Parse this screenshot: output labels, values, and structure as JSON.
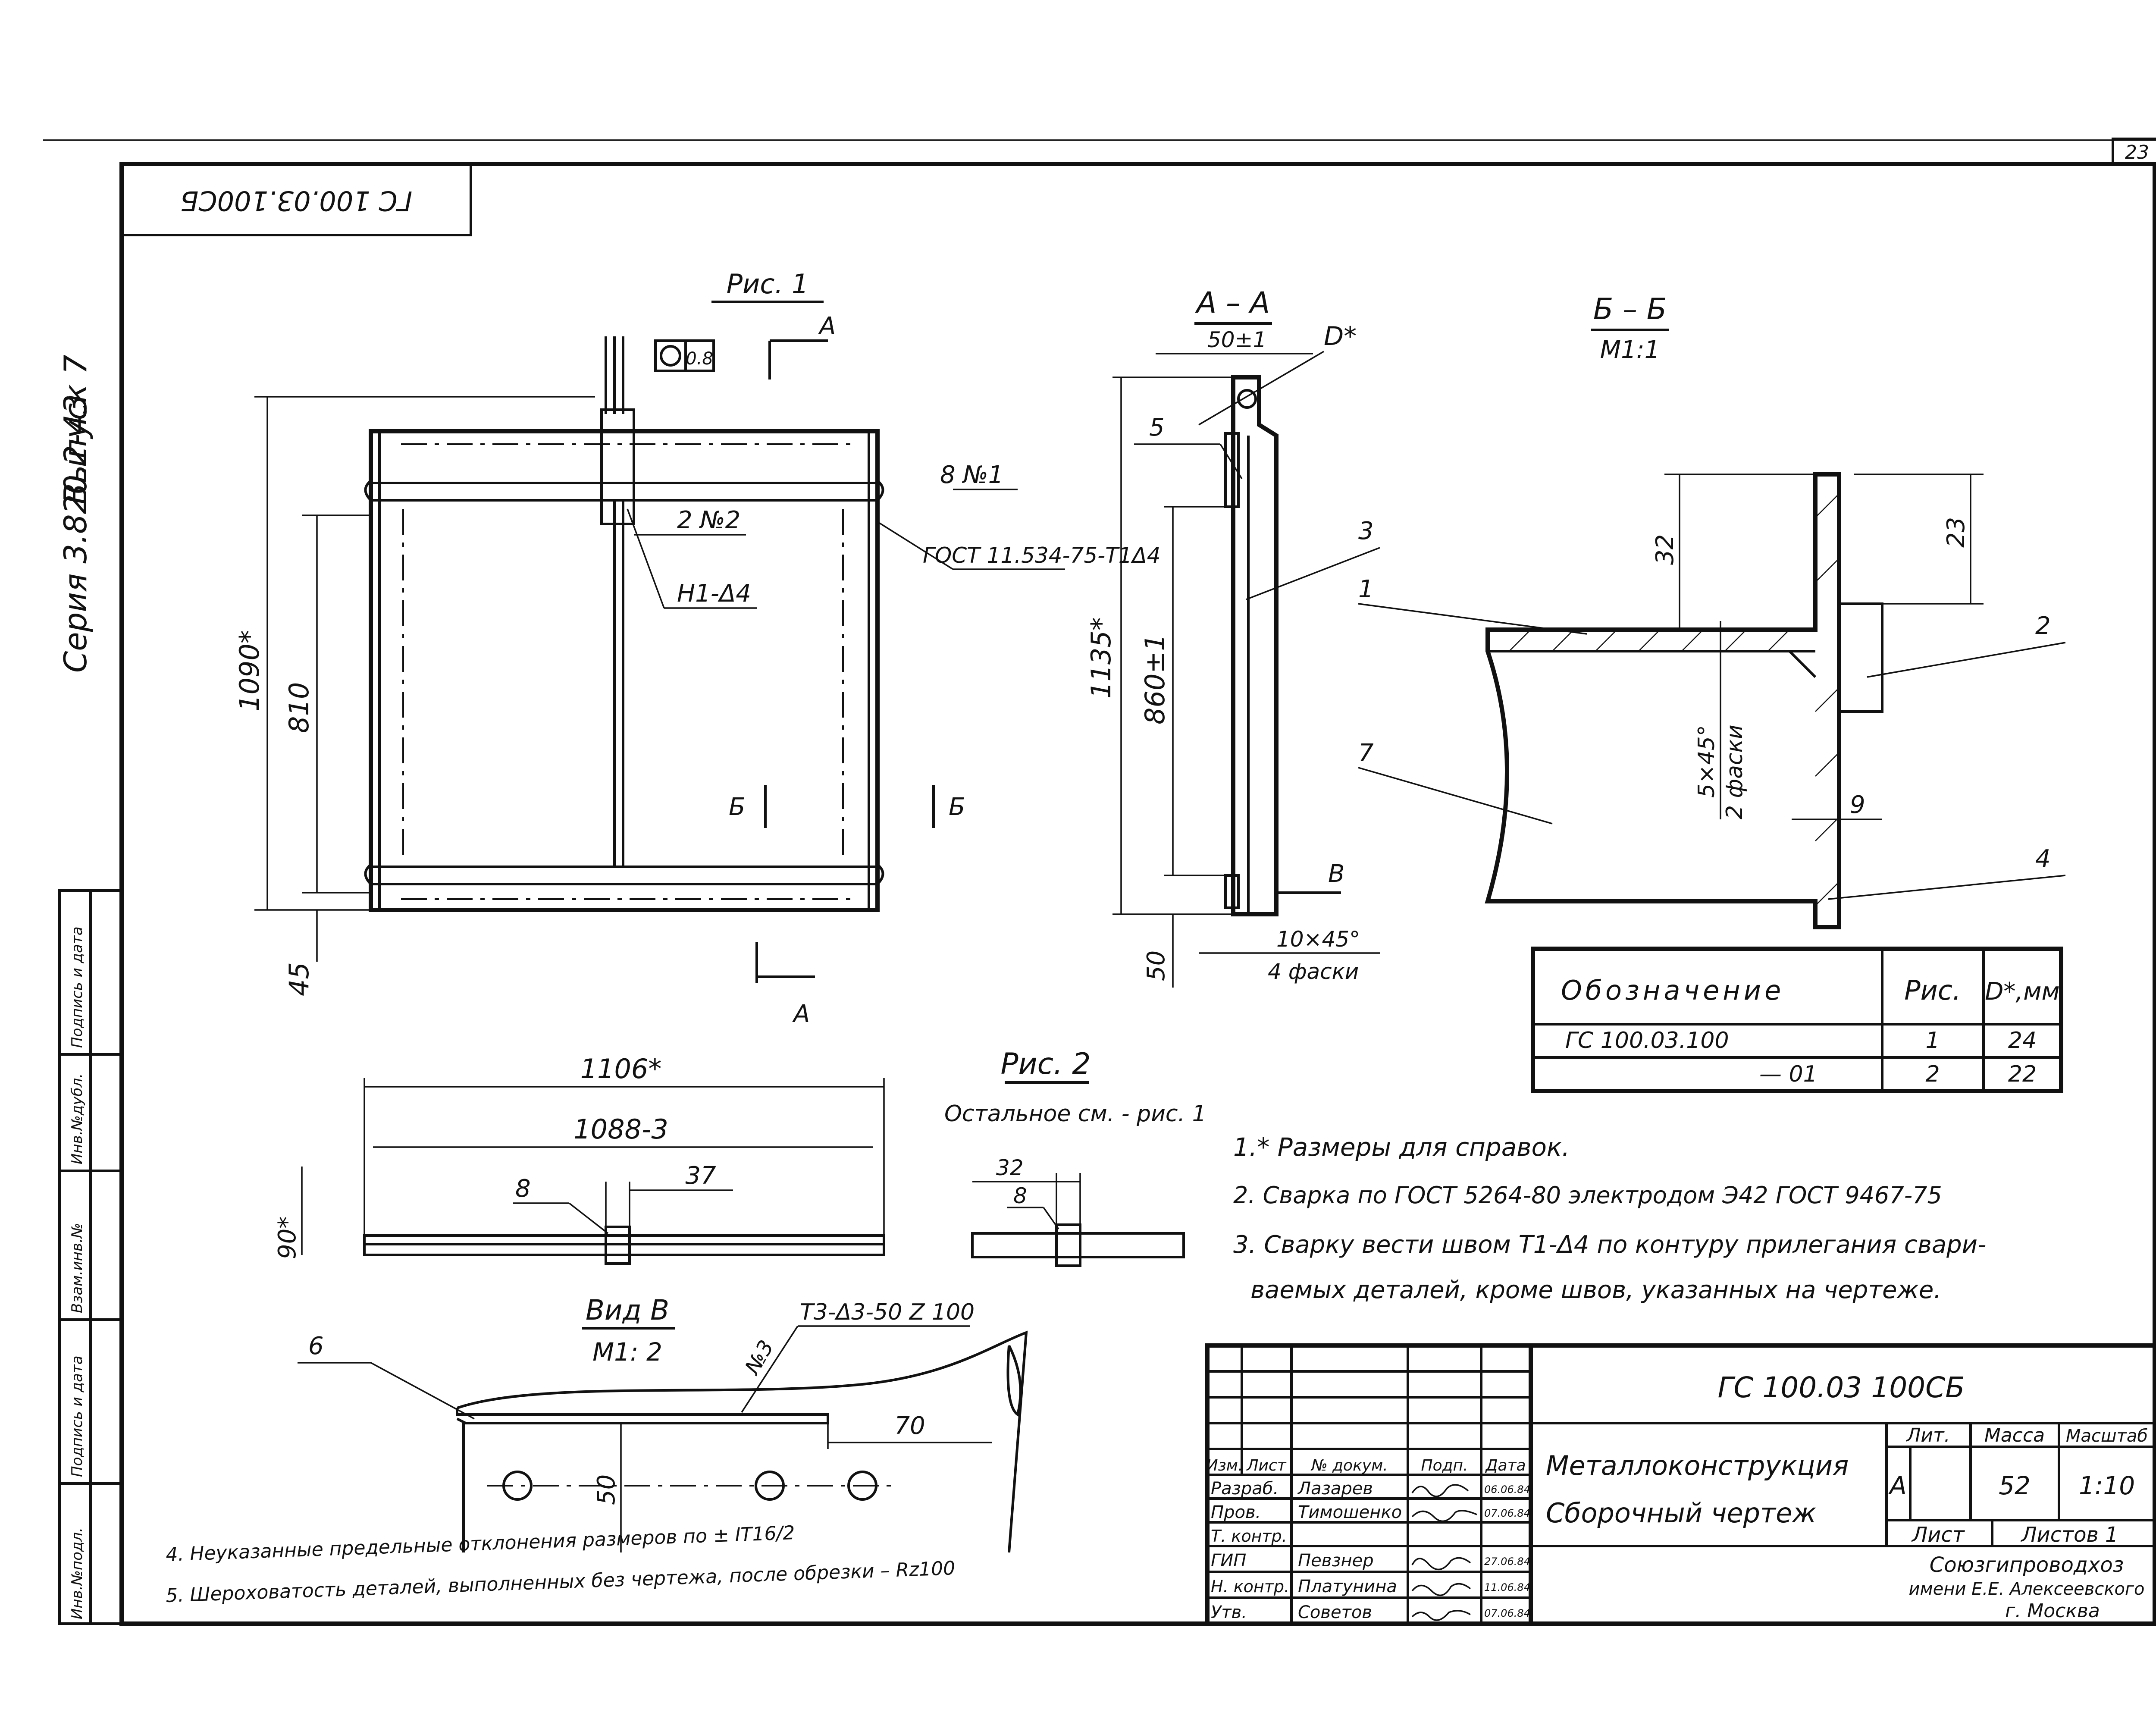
{
  "sheet_number": "23",
  "stamp_code": "ГС 100.03.100СБ",
  "side_margin": {
    "series": "Серия 3.820.2-43",
    "issue": "Выпуск 7",
    "fields": [
      "Инв.№подл.",
      "Подпись и дата",
      "Взам.инв.№",
      "Инв.№дубл.",
      "Подпись и дата"
    ]
  },
  "fig1": {
    "title": "Рис. 1",
    "section_mark": "А",
    "flatness": "0.8",
    "dims": {
      "overall_height": "1090*",
      "inner_height": "810",
      "bottom_offset": "45"
    },
    "labels": {
      "part8": "8 №1",
      "part2": "2 №2",
      "weld_h1": "Н1-Δ4",
      "gost_weld": "ГОСТ 11.534-75-Т1Δ4",
      "section_b": "Б"
    }
  },
  "section_aa": {
    "title": "А – А",
    "dims": {
      "top": "50±1",
      "height": "1135*",
      "inner": "860±1",
      "bottom": "50",
      "chamfer": "10×45°",
      "chamfer_note": "4 фаски"
    },
    "labels": {
      "d": "D*",
      "p5": "5",
      "p3": "3",
      "view": "В"
    }
  },
  "section_bb": {
    "title": "Б – Б",
    "scale": "М1:1",
    "dims": {
      "d32": "32",
      "d23": "23",
      "chamfer": "5×45°",
      "chamfer_note": "2 фаски",
      "d9": "9"
    },
    "labels": {
      "p1": "1",
      "p2": "2",
      "p7": "7",
      "p4": "4"
    }
  },
  "variant_table": {
    "headers": [
      "Обозначение",
      "Рис.",
      "D*,мм"
    ],
    "rows": [
      [
        "ГС 100.03.100",
        "1",
        "24"
      ],
      [
        "— 01",
        "2",
        "22"
      ]
    ]
  },
  "plan": {
    "dims": {
      "overall": "1106*",
      "inner": "1088-3",
      "d37": "37",
      "d90": "90*"
    },
    "labels": {
      "p8": "8"
    }
  },
  "fig2": {
    "title": "Рис. 2",
    "note": "Остальное см. - рис. 1",
    "dims": {
      "d32": "32"
    },
    "labels": {
      "p8": "8"
    }
  },
  "view_b": {
    "title": "Вид В",
    "scale": "М1: 2",
    "weld": "Т3-Δ3-50 Z 100",
    "weld_no": "№3",
    "dims": {
      "d70": "70",
      "d50": "50"
    },
    "labels": {
      "p6": "6"
    }
  },
  "notes": [
    "1.* Размеры для справок.",
    "2. Сварка по ГОСТ 5264-80 электродом Э42 ГОСТ 9467-75",
    "3. Сварку вести швом Т1-Δ4 по контуру прилегания свари-",
    "ваемых деталей, кроме швов, указанных на чертеже."
  ],
  "bottom_notes": [
    "4. Неуказанные предельные отклонения размеров по ± IT16/2",
    "5. Шероховатость деталей, выполненных без чертежа, после обрезки – Rz100"
  ],
  "title_block": {
    "code": "ГС 100.03 100СБ",
    "name": "Металлоконструкция",
    "doc_type": "Сборочный чертеж",
    "header": [
      "Изм.",
      "Лист",
      "№ докум.",
      "Подп.",
      "Дата"
    ],
    "rows": [
      {
        "role": "Разраб.",
        "name": "Лазарев",
        "date": "06.06.84"
      },
      {
        "role": "Пров.",
        "name": "Тимошенко",
        "date": "07.06.84"
      },
      {
        "role": "Т. контр.",
        "name": "",
        "date": ""
      },
      {
        "role": "ГИП",
        "name": "Певзнер",
        "date": "27.06.84"
      },
      {
        "role": "Н. контр.",
        "name": "Платунина",
        "date": "11.06.84"
      },
      {
        "role": "Утв.",
        "name": "Советов",
        "date": "07.06.84"
      }
    ],
    "lit_label": "Лит.",
    "lit": "А",
    "mass_label": "Масса",
    "mass": "52",
    "scale_label": "Масштаб",
    "scale": "1:10",
    "sheet_label": "Лист",
    "sheets_label": "Листов 1",
    "org": [
      "Союзгипроводхоз",
      "имени Е.Е. Алексеевского",
      "г. Москва"
    ]
  }
}
